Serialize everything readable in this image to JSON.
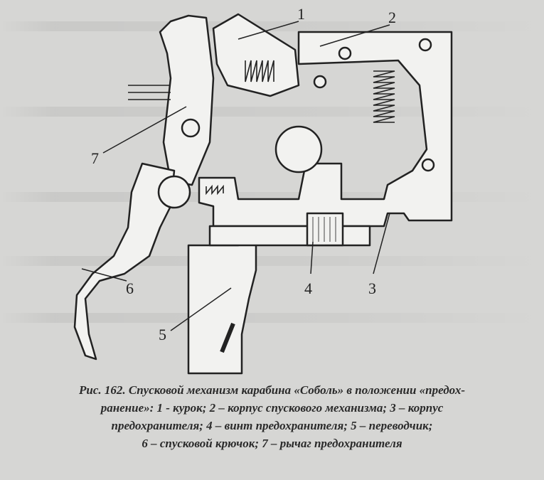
{
  "figure": {
    "labels": [
      "1",
      "2",
      "3",
      "4",
      "5",
      "6",
      "7"
    ]
  },
  "caption": {
    "lines": [
      "Рис. 162. Спусковой механизм карабина «Соболь» в положении «предох-",
      "ранение»: 1 - курок; 2 – корпус спускового механизма; 3 – корпус",
      "предохранителя; 4 – винт предохранителя; 5 – переводчик;",
      "6 – спусковой крючок; 7 – рычаг предохранителя"
    ]
  }
}
